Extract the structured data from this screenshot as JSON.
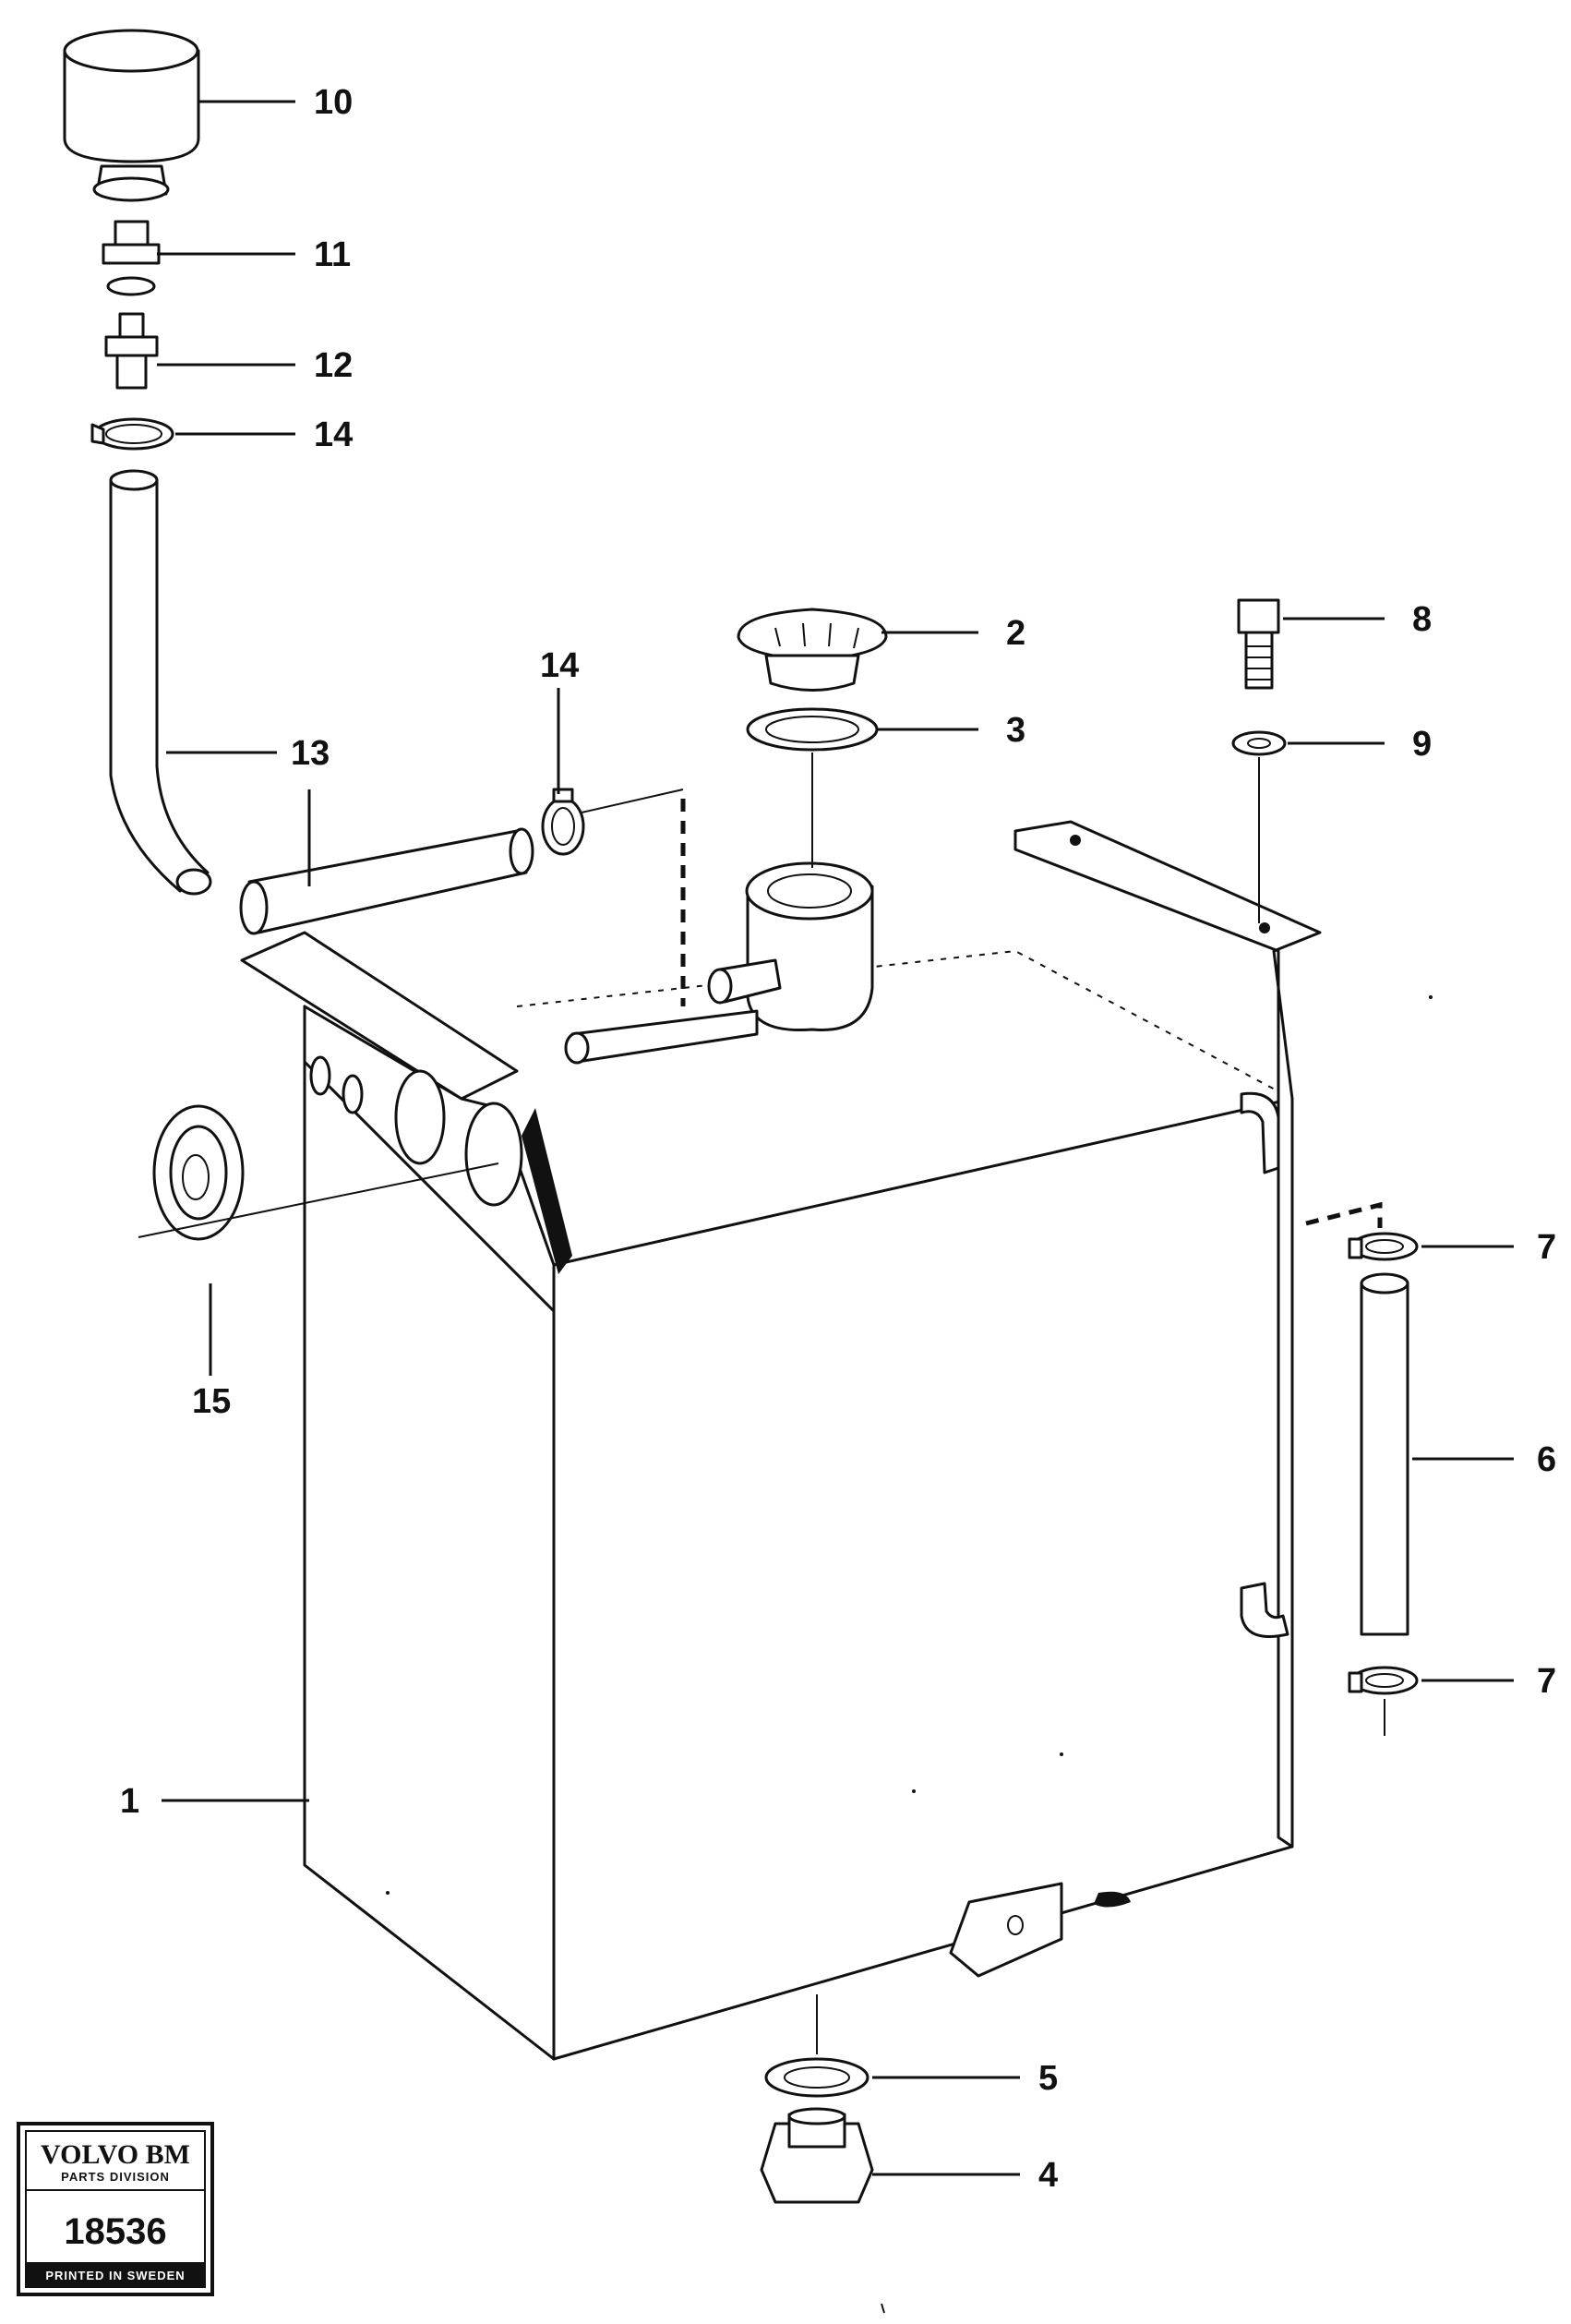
{
  "callouts": {
    "c1": "1",
    "c2": "2",
    "c3": "3",
    "c4": "4",
    "c5": "5",
    "c6": "6",
    "c7a": "7",
    "c7b": "7",
    "c8": "8",
    "c9": "9",
    "c10": "10",
    "c11": "11",
    "c12": "12",
    "c13": "13",
    "c14a": "14",
    "c14b": "14",
    "c15": "15"
  },
  "stamp": {
    "brand": "VOLVO BM",
    "division": "PARTS DIVISION",
    "number": "18536",
    "footer": "PRINTED IN SWEDEN"
  }
}
